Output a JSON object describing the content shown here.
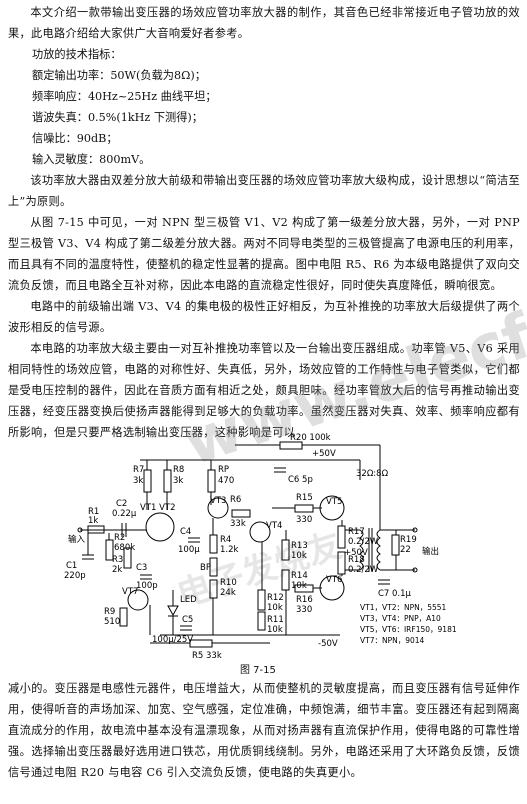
{
  "intro": "本文介绍一款带输出变压器的场效应管功率放大器的制作，其音色已经非常接近电子管功放的效果，此电路介绍给大家供广大音响爱好者参考。",
  "specs": {
    "title": "功放的技术指标：",
    "items": [
      "额定输出功率：50W(负载为8Ω)；",
      "频率响应：40Hz~25Hz 曲线平坦；",
      "谐波失真：0.5%(1kHz 下测得)；",
      "信噪比：90dB；",
      "输入灵敏度：800mV。"
    ]
  },
  "para1": "该功率放大器由双差分放大前级和带输出变压器的场效应管功率放大级构成，设计思想以“简洁至上”为原则。",
  "para2": "从图 7-15 中可见，一对 NPN 型三极管 V1、V2 构成了第一级差分放大器，另外，一对 PNP 型三极管 V3、V4 构成了第二级差分放大器。两对不同导电类型的三极管提高了电源电压的利用率，而且具有不同的温度特性，使整机的稳定性显著的提高。图中电阻 R5、R6 为本级电路提供了双向交流负反馈，而且电路全互补对称，因此本电路的直流稳定性很好，同时使失真度降低，瞬响很宽。",
  "para3": "电路中的前级输出端 V3、V4 的集电极的极性正好相反，为互补推挽的功率放大后级提供了两个波形相反的信号源。",
  "para4": "本电路的功率放大级主要由一对互补推挽功率管以及一台输出变压器组成。功率管 V5、V6 采用相同特性的场效应管，电路的对称性好、失真低，另外，场效应管的工作特性与电子管类似，它们都是受电压控制的器件，因此在音质方面有相近之处，颇具胆味。经功率管放大后的信号再推动输出变压器，经变压器变换后使扬声器能得到足够大的负载功率。虽然变压器对失真、效率、频率响应都有所影响，但是只要严格选制输出变压器，这种影响是可以",
  "watermark": "www.elecfans.com",
  "watermark2": "电子发烧友",
  "figure": {
    "caption": "图 7-15",
    "labels": {
      "input": "输入",
      "output": "输出",
      "r20": "R20 100k",
      "c6": "C6 5p",
      "pos50": "+50V",
      "neg50": "-50V",
      "pos50b": "+50V",
      "speaker": "32Ω:8Ω",
      "r7": "R7",
      "r7v": "3k",
      "r8": "R8",
      "r8v": "3k",
      "rp": "RP",
      "rpv": "470",
      "r1": "R1",
      "r1v": "1k",
      "c2": "C2",
      "c2v": "0.22μ",
      "r2": "R2",
      "r2v": "680k",
      "c1": "C1",
      "c1v": "220p",
      "r3": "R3",
      "r3v": "2k",
      "c3": "C3",
      "c3v": "100p",
      "c4": "C4",
      "c4v": "100μ",
      "vt12": "VT1 VT2",
      "vt3": "VT3",
      "vt4": "VT4",
      "vt5": "VT5",
      "vt6": "VT6",
      "vt7": "VT7",
      "r6": "R6",
      "r6v": "33k",
      "r4": "R4",
      "r4v": "1.2k",
      "bp": "BP",
      "r10": "R10",
      "r10v": "24k",
      "r9": "R9",
      "r9v": "510",
      "r15": "R15",
      "r15v": "330",
      "r13": "R13",
      "r13v": "10k",
      "r14": "R14",
      "r14v": "10k",
      "r16": "R16",
      "r16v": "330",
      "r12": "R12",
      "r12v": "10k",
      "r11": "R11",
      "r11v": "10k",
      "r17": "R17",
      "r17v": "0.2/2W",
      "r18": "R18",
      "r18v": "0.2/2W",
      "r19": "R19",
      "r19v": "22",
      "c7": "C7",
      "c7v": "0.1μ",
      "c5": "C5",
      "led": "LED",
      "c5v": "100μ/25V",
      "r5": "R5 33k",
      "legend": [
        "VT1，VT2：NPN，5551",
        "VT3，VT4：PNP，A10",
        "VT5，VT6：IRF150，9181",
        "VT7：NPN，9014"
      ]
    }
  },
  "para5": "减小的。变压器是电感性元器件，电压增益大，从而使整机的灵敏度提高，而且变压器有信号延伸作用，使得听音的声场加深、加宽、空气感强，定位准确，中频饱满，细节丰富。变压器还有起到隔离直流成分的作用，故电流中基本没有温漂现象，从而对扬声器有直流保护作用，使得电路的可靠性增强。选择输出变压器最好选用进口铁芯，用优质铜线绕制。另外，电路还采用了大环路负反馈，反馈信号通过电阻 R20 与电容 C6 引入交流负反馈，使电路的失真更小。"
}
